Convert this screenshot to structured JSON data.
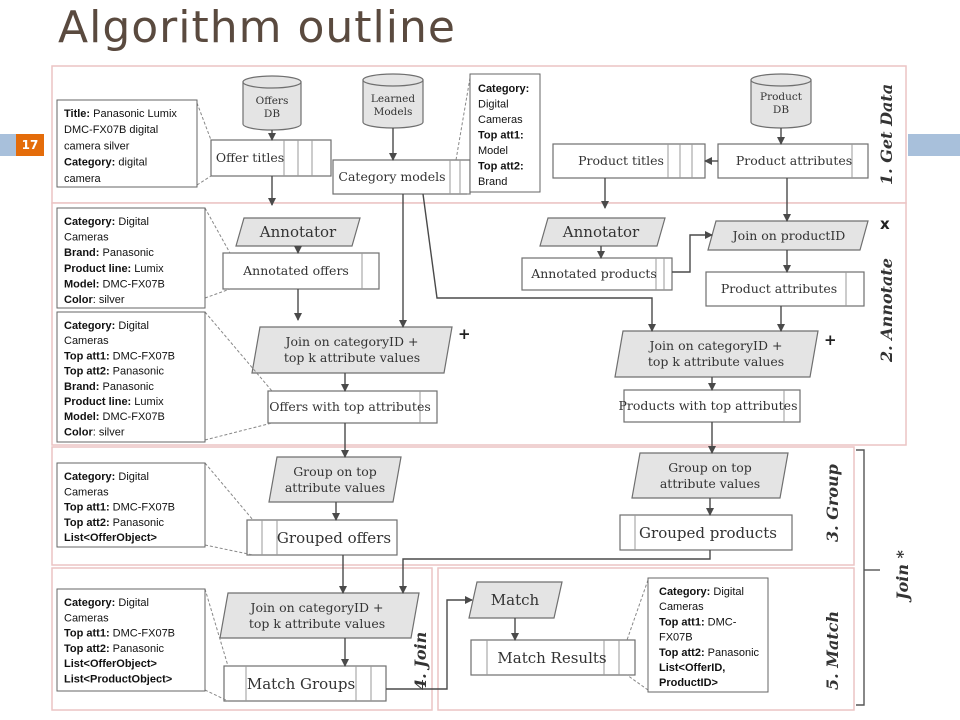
{
  "slide": {
    "title": "Algorithm outline",
    "page_number": "17"
  },
  "colors": {
    "accent_orange": "#e46c0a",
    "accent_blue": "#a8c0db",
    "title_color": "#5a4a3f",
    "panel_border": "#ebc4c4",
    "shape_fill": "#e4e4e4"
  },
  "stages": {
    "get_data": "1. Get Data",
    "annotate": "2. Annotate",
    "group": "3. Group",
    "join": "4. Join",
    "match": "5. Match",
    "join_star": "Join *"
  },
  "marks": {
    "plus": "+",
    "cross": "x"
  },
  "databases": {
    "offers_db": [
      "Offers",
      "DB"
    ],
    "learned_models": [
      "Learned",
      "Models"
    ],
    "product_db": [
      "Product",
      "DB"
    ]
  },
  "nodes": {
    "offer_titles": "Offer titles",
    "category_models": "Category models",
    "product_titles": "Product titles",
    "product_attributes_top": "Product attributes",
    "annotator_left": "Annotator",
    "annotated_offers": "Annotated offers",
    "annotator_right": "Annotator",
    "annotated_products": "Annotated products",
    "join_on_productid": "Join on productID",
    "product_attributes_mid": "Product attributes",
    "join_category_left": [
      "Join on categoryID +",
      "top k attribute values"
    ],
    "join_category_right": [
      "Join on categoryID +",
      "top k attribute values"
    ],
    "offers_top_attributes": "Offers with top attributes",
    "products_top_attributes": "Products with top attributes",
    "group_left": [
      "Group on top",
      "attribute values"
    ],
    "group_right": [
      "Group on top",
      "attribute values"
    ],
    "grouped_offers": "Grouped offers",
    "grouped_products": "Grouped products",
    "join_category_bottom": [
      "Join on categoryID +",
      "top k attribute values"
    ],
    "match_groups": "Match Groups",
    "match": "Match",
    "match_results": "Match Results"
  },
  "notes": {
    "offer_example": [
      [
        {
          "k": "Title:",
          "v": " Panasonic Lumix"
        }
      ],
      [
        {
          "k": "",
          "v": "DMC-FX07B digital"
        }
      ],
      [
        {
          "k": "",
          "v": "camera silver"
        }
      ],
      [
        {
          "k": "Category:",
          "v": " digital"
        }
      ],
      [
        {
          "k": "",
          "v": "camera"
        }
      ]
    ],
    "category_model": [
      [
        {
          "k": "Category:",
          "v": ""
        }
      ],
      [
        {
          "k": "",
          "v": "Digital"
        }
      ],
      [
        {
          "k": "",
          "v": "Cameras"
        }
      ],
      [
        {
          "k": "Top att1:",
          "v": ""
        }
      ],
      [
        {
          "k": "",
          "v": "Model"
        }
      ],
      [
        {
          "k": "Top att2:",
          "v": ""
        }
      ],
      [
        {
          "k": "",
          "v": "Brand"
        }
      ]
    ],
    "annotated_offer": [
      [
        {
          "k": "Category:",
          "v": " Digital"
        }
      ],
      [
        {
          "k": "",
          "v": "Cameras"
        }
      ],
      [
        {
          "k": "Brand:",
          "v": " Panasonic"
        }
      ],
      [
        {
          "k": "Product line:",
          "v": " Lumix"
        }
      ],
      [
        {
          "k": "Model:",
          "v": " DMC-FX07B"
        }
      ],
      [
        {
          "k": "Color",
          "v": ": silver"
        }
      ]
    ],
    "offer_top_attributes": [
      [
        {
          "k": "Category:",
          "v": " Digital"
        }
      ],
      [
        {
          "k": "",
          "v": "Cameras"
        }
      ],
      [
        {
          "k": "Top att1:",
          "v": " DMC-FX07B"
        }
      ],
      [
        {
          "k": "Top att2:",
          "v": " Panasonic"
        }
      ],
      [
        {
          "k": "Brand:",
          "v": " Panasonic"
        }
      ],
      [
        {
          "k": "Product line:",
          "v": " Lumix"
        }
      ],
      [
        {
          "k": "Model:",
          "v": " DMC-FX07B"
        }
      ],
      [
        {
          "k": "Color",
          "v": ": silver"
        }
      ]
    ],
    "grouped_offer": [
      [
        {
          "k": "Category:",
          "v": " Digital"
        }
      ],
      [
        {
          "k": "",
          "v": "Cameras"
        }
      ],
      [
        {
          "k": "Top att1:",
          "v": " DMC-FX07B"
        }
      ],
      [
        {
          "k": "Top att2:",
          "v": " Panasonic"
        }
      ],
      [
        {
          "k": "List<OfferObject>",
          "v": ""
        }
      ]
    ],
    "match_group": [
      [
        {
          "k": "Category:",
          "v": " Digital"
        }
      ],
      [
        {
          "k": "",
          "v": "Cameras"
        }
      ],
      [
        {
          "k": "Top att1:",
          "v": " DMC-FX07B"
        }
      ],
      [
        {
          "k": "Top att2:",
          "v": " Panasonic"
        }
      ],
      [
        {
          "k": "List<OfferObject>",
          "v": ""
        }
      ],
      [
        {
          "k": "List<ProductObject>",
          "v": ""
        }
      ]
    ],
    "match_result": [
      [
        {
          "k": "Category:",
          "v": " Digital"
        }
      ],
      [
        {
          "k": "",
          "v": "Cameras"
        }
      ],
      [
        {
          "k": "Top att1:",
          "v": " DMC-"
        }
      ],
      [
        {
          "k": "",
          "v": "FX07B"
        }
      ],
      [
        {
          "k": "Top att2:",
          "v": " Panasonic"
        }
      ],
      [
        {
          "k": "List<OfferID,",
          "v": ""
        }
      ],
      [
        {
          "k": "ProductID>",
          "v": ""
        }
      ]
    ]
  }
}
